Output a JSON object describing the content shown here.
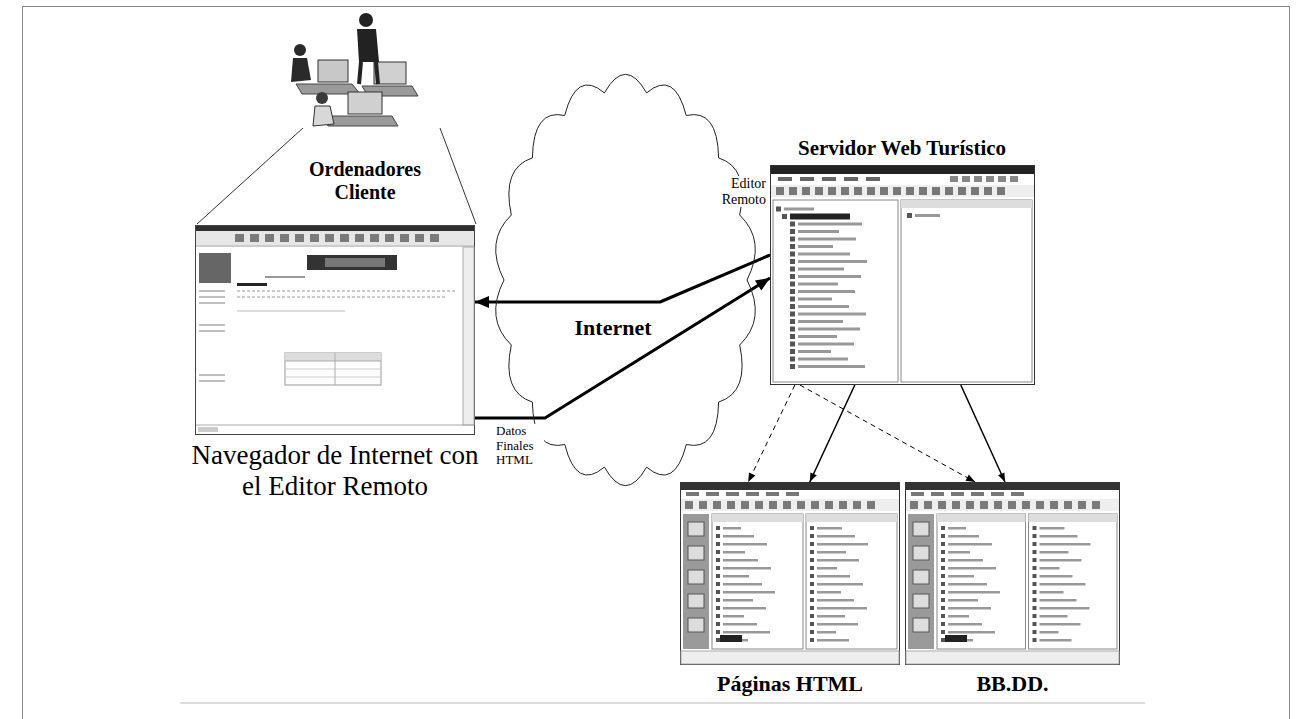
{
  "diagram": {
    "nodes": [
      {
        "text": [
          "Navegador de Internet con el Editor Remoto"
        ]
      },
      {
        "text": [
          "Internet"
        ]
      },
      {
        "text": [
          "Servidor Web Turístico"
        ]
      },
      {
        "text": [
          "Páginas HTML"
        ]
      },
      {
        "text": [
          "BB.DD."
        ]
      }
    ],
    "edges": [
      {
        "from": 2,
        "to": 0,
        "arrow": "to",
        "label": "Editor Remoto"
      },
      {
        "from": 0,
        "to": 2,
        "arrow": "to",
        "label": "Datos Finales HTML"
      },
      {
        "from": 2,
        "to": 3,
        "arrow": "to"
      },
      {
        "from": 2,
        "to": 4,
        "arrow": "to"
      },
      {
        "from": 2,
        "to": 3,
        "arrow": "to"
      },
      {
        "from": 2,
        "to": 4,
        "arrow": "to"
      }
    ],
    "labels": [
      "Ordenadores Cliente"
    ]
  }
}
